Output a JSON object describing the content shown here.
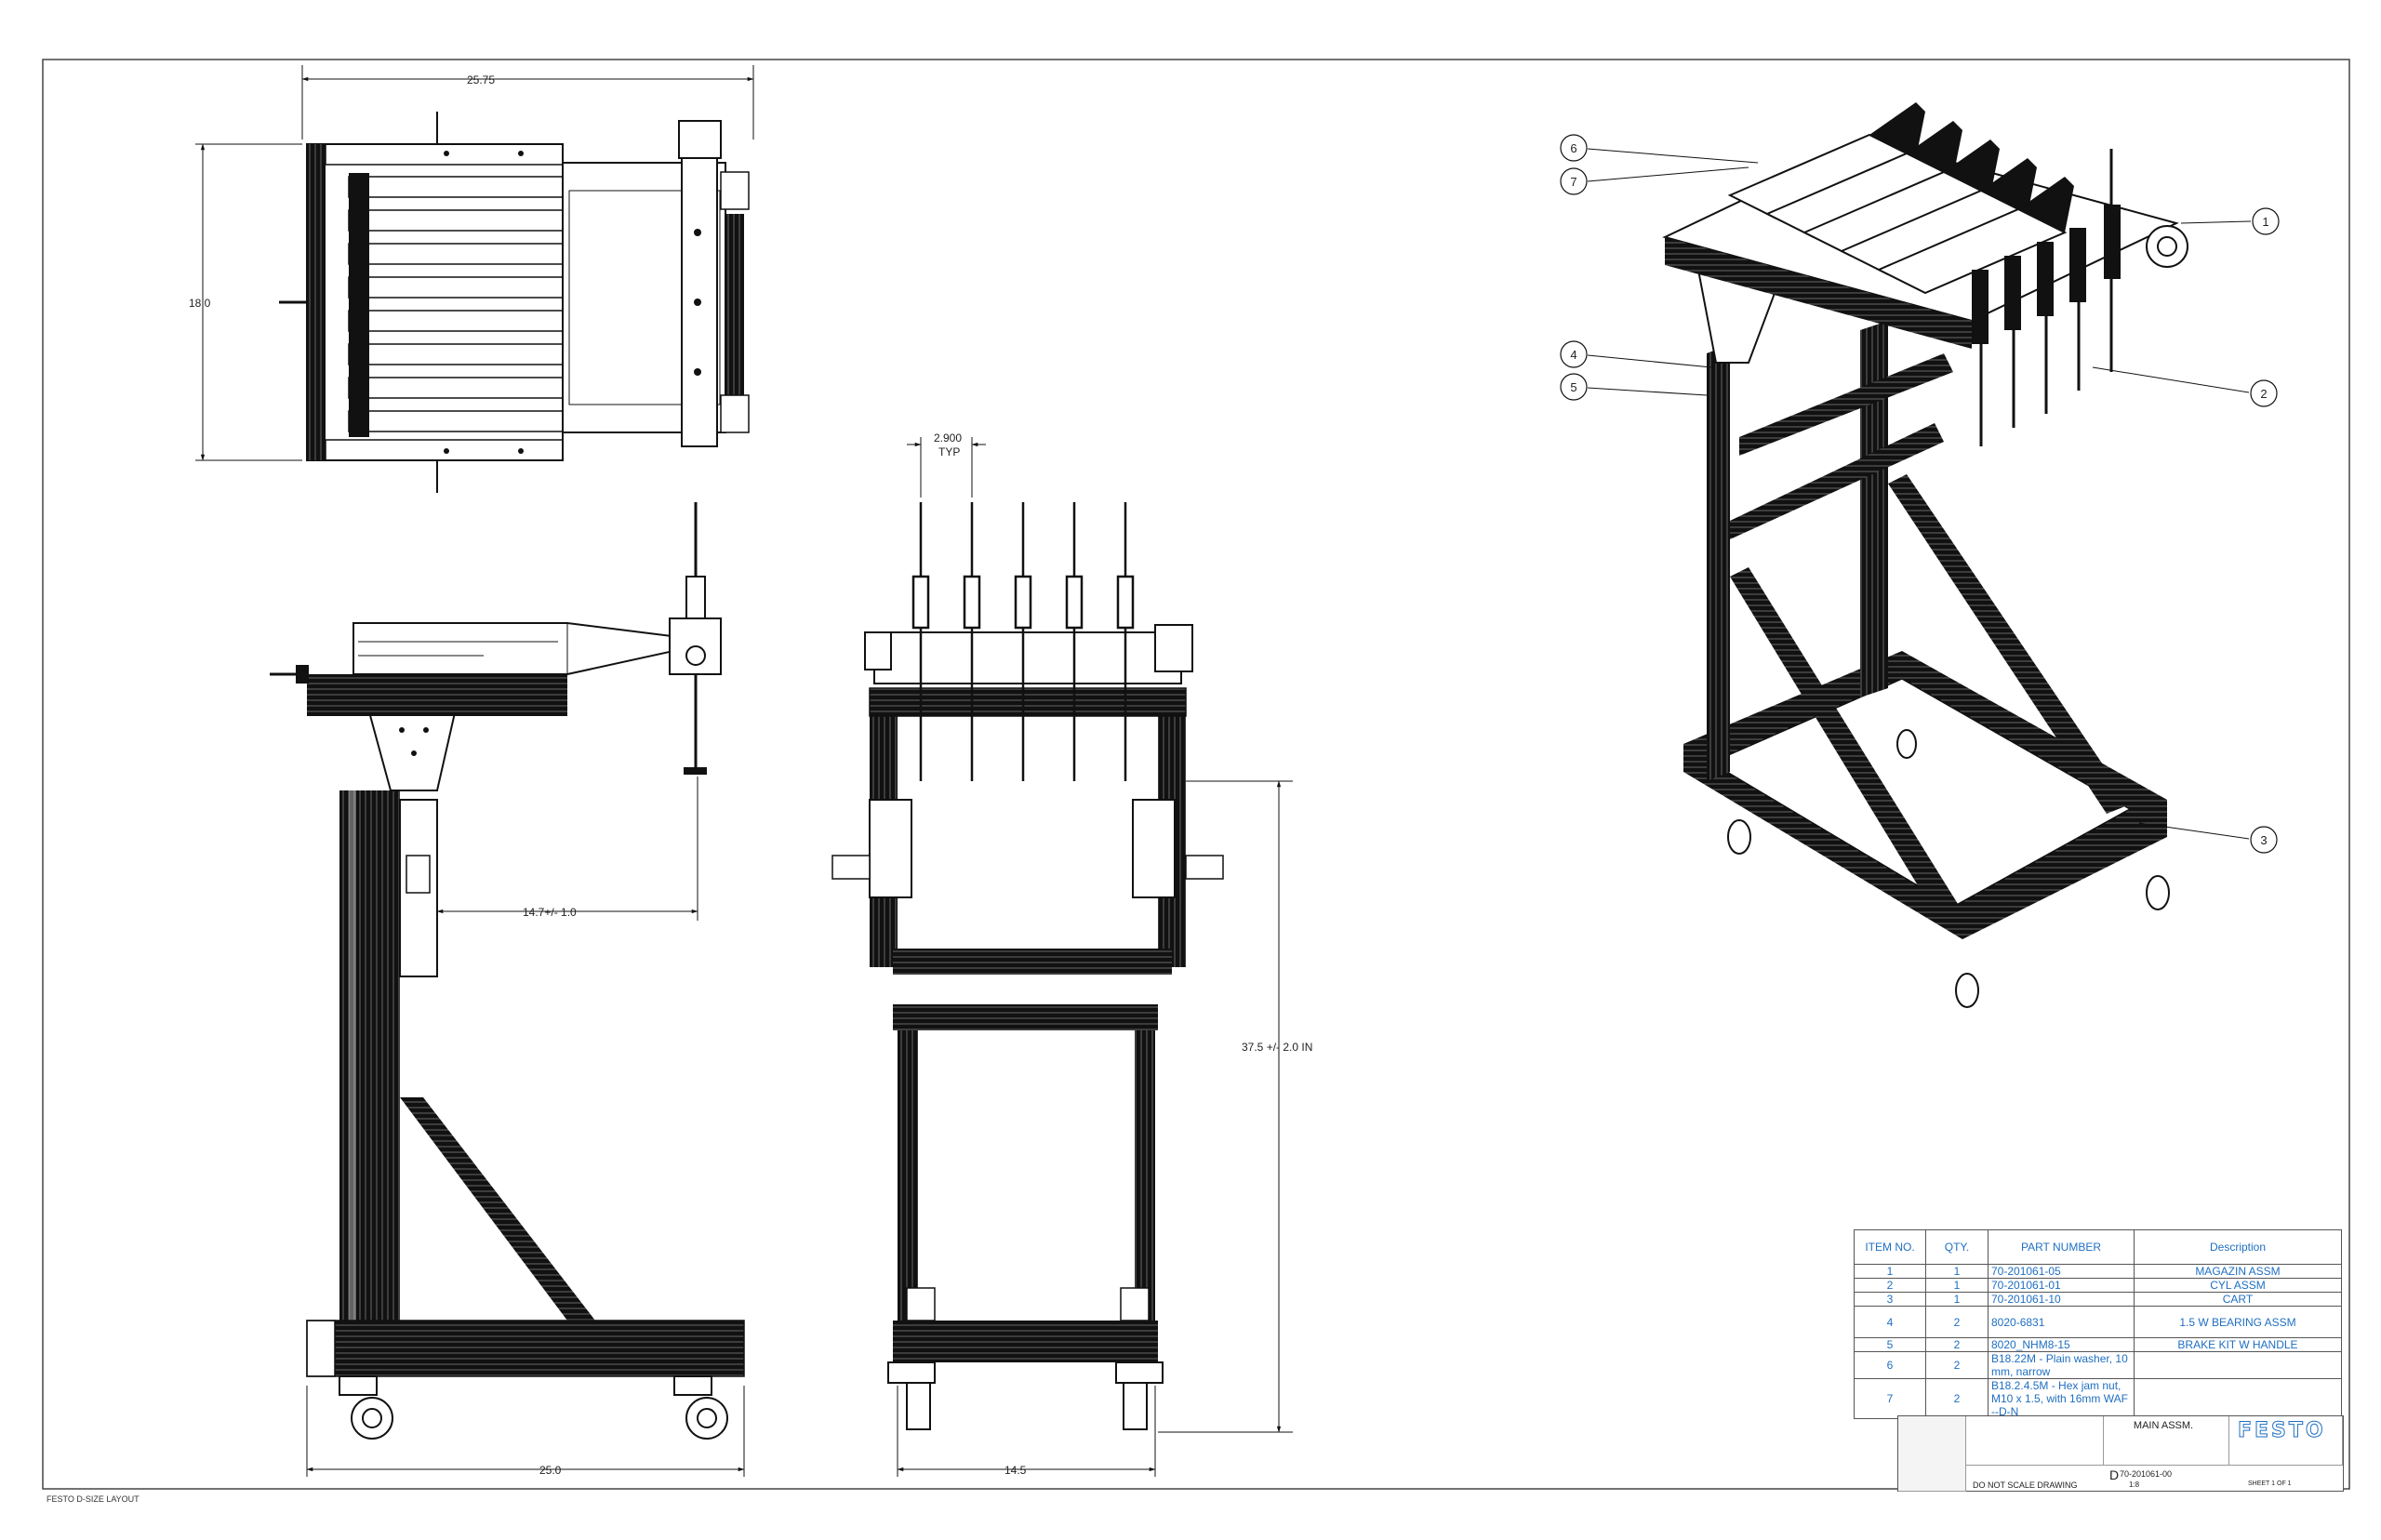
{
  "dimensions": {
    "top_width": "25.75",
    "top_depth": "18.0",
    "cyl_spacing": "2.900",
    "cyl_spacing_typ": "TYP",
    "reach": "14.7+/- 1.0",
    "height": "37.5 +/- 2.0 IN",
    "side_base": "25.0",
    "front_base": "14.5"
  },
  "balloons": [
    "1",
    "2",
    "3",
    "4",
    "5",
    "6",
    "7"
  ],
  "bom": {
    "headers": [
      "ITEM NO.",
      "QTY.",
      "PART NUMBER",
      "Description"
    ],
    "rows": [
      {
        "item": "1",
        "qty": "1",
        "part": "70-201061-05",
        "desc": "MAGAZIN ASSM"
      },
      {
        "item": "2",
        "qty": "1",
        "part": "70-201061-01",
        "desc": "CYL ASSM"
      },
      {
        "item": "3",
        "qty": "1",
        "part": "70-201061-10",
        "desc": "CART"
      },
      {
        "item": "4",
        "qty": "2",
        "part": "8020-6831",
        "desc": "1.5 W BEARING ASSM"
      },
      {
        "item": "5",
        "qty": "2",
        "part": "8020_NHM8-15",
        "desc": "BRAKE KIT W HANDLE"
      },
      {
        "item": "6",
        "qty": "2",
        "part": "B18.22M - Plain washer, 10 mm, narrow",
        "desc": ""
      },
      {
        "item": "7",
        "qty": "2",
        "part": "B18.2.4.5M - Hex jam nut,  M10 x 1.5, with 16mm WAF --D-N",
        "desc": ""
      }
    ]
  },
  "title_block": {
    "title": "MAIN ASSM.",
    "size": "D",
    "dwg_no": "70-201061-00",
    "no_scale": "DO NOT SCALE DRAWING",
    "scale": "1:8",
    "sheet": "SHEET 1 OF 1",
    "logo": "FESTO"
  },
  "footer": "FESTO D-SIZE LAYOUT",
  "colors": {
    "line": "#111111",
    "table_text": "#1f6fc0",
    "border": "#555555"
  }
}
